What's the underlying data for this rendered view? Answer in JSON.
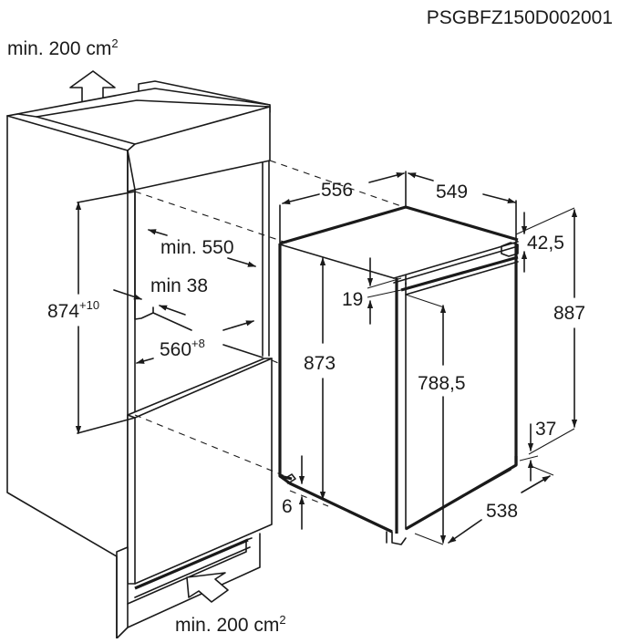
{
  "diagram": {
    "code": "PSGBFZ150D002001",
    "ventilation": {
      "top": {
        "text": "min. 200 cm",
        "sup": "2"
      },
      "bottom": {
        "text": "min. 200 cm",
        "sup": "2"
      }
    },
    "niche": {
      "height": {
        "value": "874",
        "tolerance": "+10"
      },
      "depth": "min. 550",
      "gap": "min 38",
      "width": {
        "value": "560",
        "tolerance": "+8"
      }
    },
    "appliance": {
      "width": "556",
      "depth": "549",
      "top_offset": "42,5",
      "total_height": "887",
      "door_top_offset": "19",
      "body_height": "873",
      "door_height": "788,5",
      "bottom_offset": "37",
      "foot_height": "6",
      "door_width": "538"
    },
    "colors": {
      "line": "#1a1a1a",
      "background": "#ffffff"
    }
  }
}
